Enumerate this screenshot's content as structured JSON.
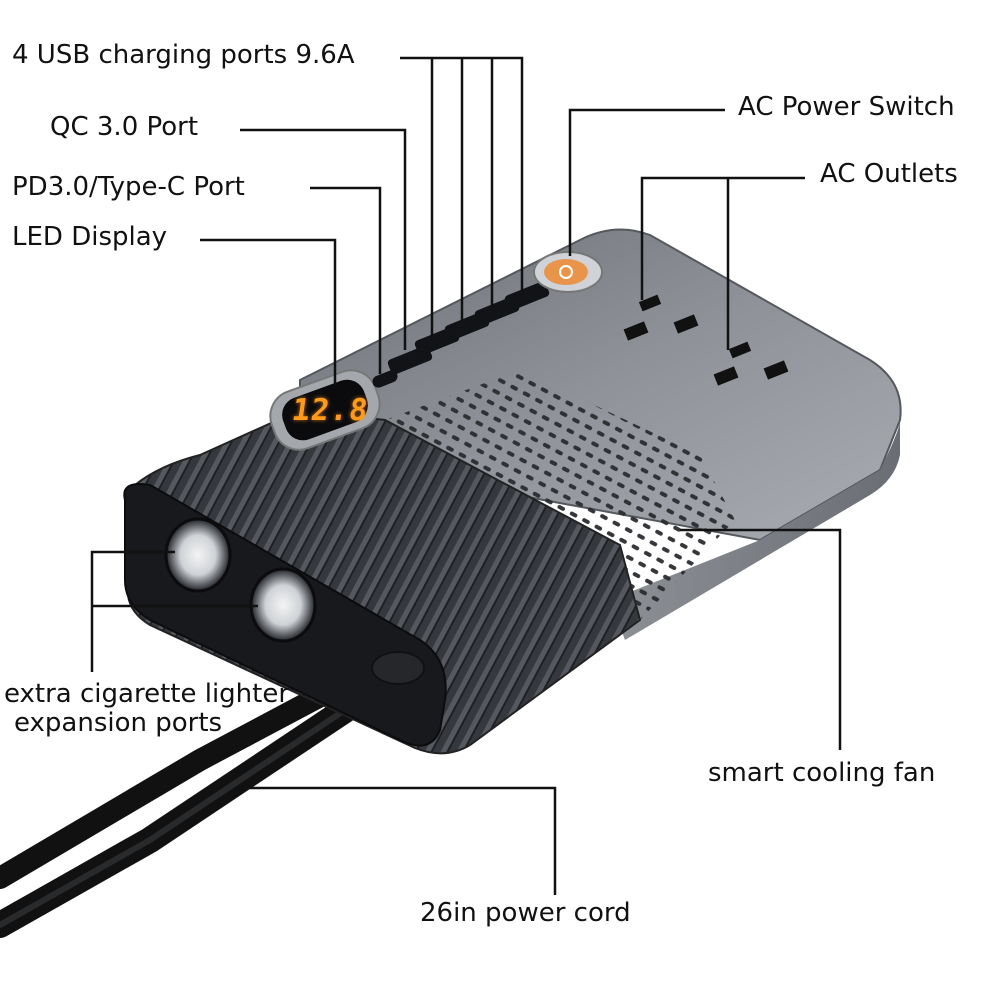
{
  "labels": {
    "usb_ports": "4 USB charging ports 9.6A",
    "qc_port": "QC 3.0 Port",
    "pd_port": "PD3.0/Type-C Port",
    "led_display": "LED Display",
    "ac_power_switch": "AC Power Switch",
    "ac_outlets": "AC Outlets",
    "lighter_ports_line1": "extra cigarette lighter",
    "lighter_ports_line2": "expansion ports",
    "cooling_fan": "smart cooling fan",
    "power_cord": "26in power cord"
  },
  "device": {
    "led_reading": "12.8",
    "body_color": "#3a3d42",
    "top_color": "#9a9ea4",
    "led_color": "#ff9a1a",
    "switch_color": "#e8944a"
  },
  "icons": [
    "power-switch-icon",
    "usb-port-icon",
    "ac-outlet-icon",
    "lighter-socket-icon",
    "vent-grille-icon",
    "cable-icon"
  ]
}
